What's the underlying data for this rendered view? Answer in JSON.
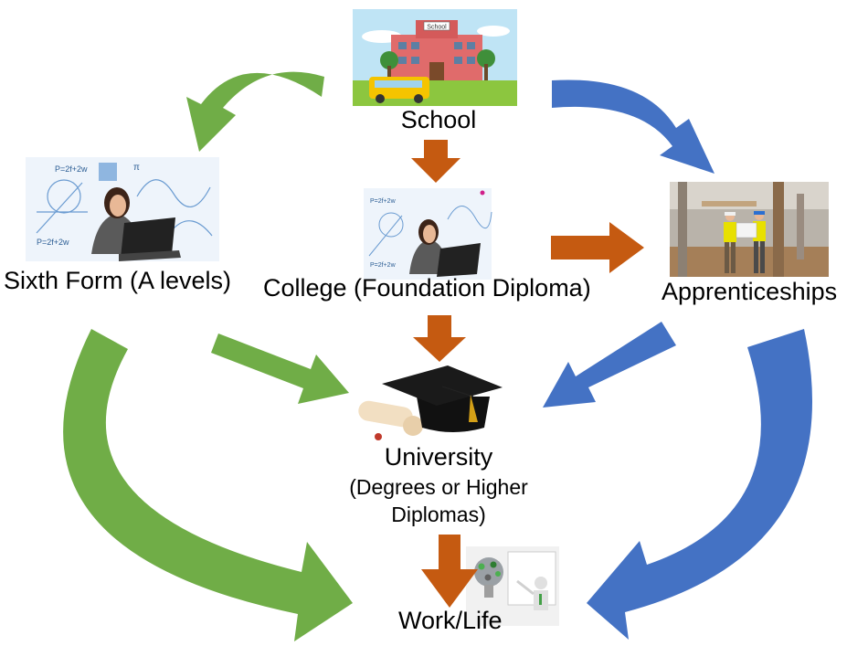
{
  "nodes": {
    "school": {
      "label": "School",
      "sign": "School"
    },
    "sixth_form": {
      "label": "Sixth Form (A levels)"
    },
    "college": {
      "label": "College (Foundation Diploma)"
    },
    "apprenticeships": {
      "label": "Apprenticeships"
    },
    "university": {
      "label": "University",
      "sublabel": "(Degrees or Higher Diplomas)"
    },
    "work_life": {
      "label": "Work/Life"
    }
  },
  "picture_text": {
    "formula": "P=2f+2w",
    "pi": "π"
  },
  "colors": {
    "green": "#70ad47",
    "blue": "#4472c4",
    "orange": "#c55a11"
  }
}
